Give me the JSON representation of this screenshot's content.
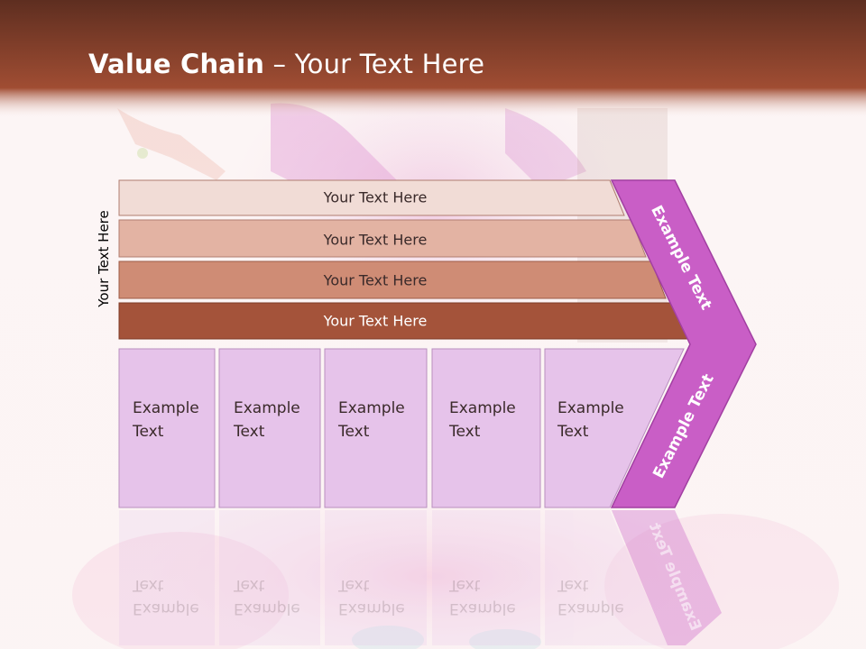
{
  "title": {
    "bold": "Value Chain",
    "rest": " – Your Text Here"
  },
  "side_label": "Your Text Here",
  "bars": [
    {
      "label": "Your Text Here",
      "color": "#f1dcd6"
    },
    {
      "label": "Your Text Here",
      "color": "#e3b3a3"
    },
    {
      "label": "Your Text Here",
      "color": "#cf8c75"
    },
    {
      "label": "Your Text Here",
      "color": "#a4533a"
    }
  ],
  "boxes": [
    {
      "line1": "Example",
      "line2": "Text"
    },
    {
      "line1": "Example",
      "line2": "Text"
    },
    {
      "line1": "Example",
      "line2": "Text"
    },
    {
      "line1": "Example",
      "line2": "Text"
    },
    {
      "line1": "Example",
      "line2": "Text"
    }
  ],
  "chevron": {
    "top_label": "Example Text",
    "bottom_label": "Example Text",
    "color": "#c95ec6"
  },
  "colors": {
    "header_top": "#6b3522",
    "header_bottom": "#a04b32",
    "box_fill": "#e6c3ea"
  }
}
